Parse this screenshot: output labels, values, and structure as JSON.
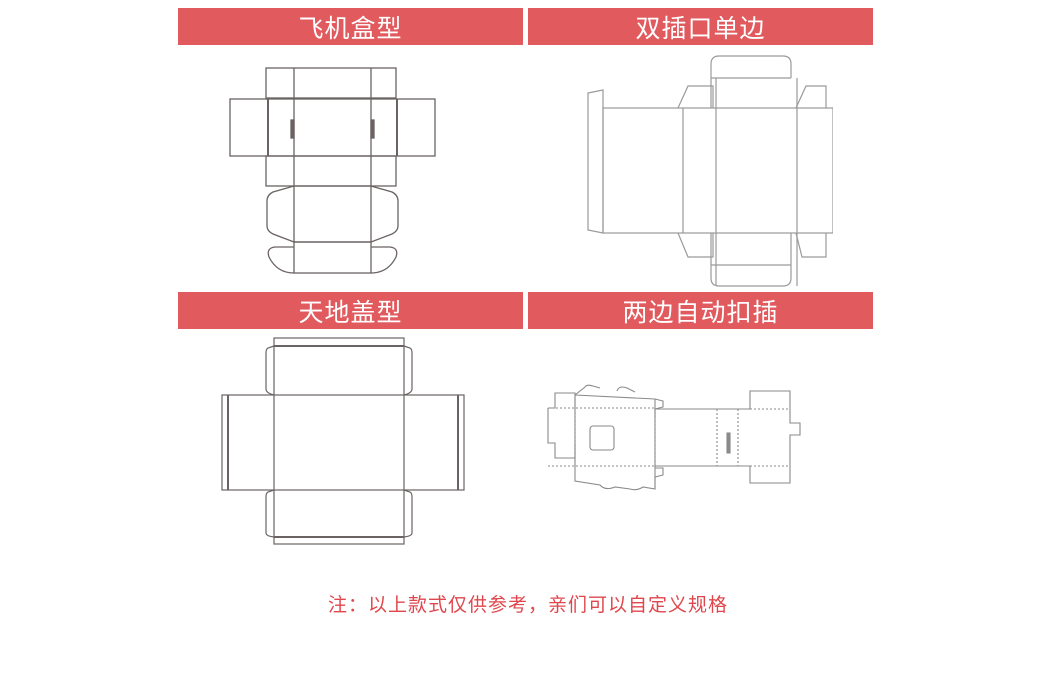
{
  "panels": [
    {
      "label": "飞机盒型"
    },
    {
      "label": "双插口单边"
    },
    {
      "label": "天地盖型"
    },
    {
      "label": "两边自动扣插"
    }
  ],
  "note": "注：以上款式仅供参考，亲们可以自定义规格",
  "colors": {
    "header_bg": "#e05a5e",
    "header_text": "#ffffff",
    "note_text": "#e0474d",
    "line": "#6b6363"
  }
}
